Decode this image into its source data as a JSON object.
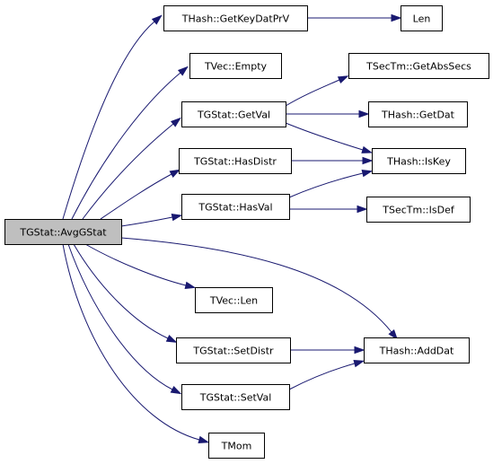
{
  "graph": {
    "root": "avgGStat",
    "nodes": [
      {
        "id": "avgGStat",
        "label": "TGStat::AvgGStat"
      },
      {
        "id": "getKeyDatPrV",
        "label": "THash::GetKeyDatPrV"
      },
      {
        "id": "len",
        "label": "Len"
      },
      {
        "id": "vecEmpty",
        "label": "TVec::Empty"
      },
      {
        "id": "getAbsSecs",
        "label": "TSecTm::GetAbsSecs"
      },
      {
        "id": "getVal",
        "label": "TGStat::GetVal"
      },
      {
        "id": "getDat",
        "label": "THash::GetDat"
      },
      {
        "id": "hasDistr",
        "label": "TGStat::HasDistr"
      },
      {
        "id": "isKey",
        "label": "THash::IsKey"
      },
      {
        "id": "hasVal",
        "label": "TGStat::HasVal"
      },
      {
        "id": "isDef",
        "label": "TSecTm::IsDef"
      },
      {
        "id": "vecLen",
        "label": "TVec::Len"
      },
      {
        "id": "setDistr",
        "label": "TGStat::SetDistr"
      },
      {
        "id": "addDat",
        "label": "THash::AddDat"
      },
      {
        "id": "setVal",
        "label": "TGStat::SetVal"
      },
      {
        "id": "tmom",
        "label": "TMom"
      }
    ],
    "edges": [
      {
        "from": "avgGStat",
        "to": "getKeyDatPrV"
      },
      {
        "from": "avgGStat",
        "to": "vecEmpty"
      },
      {
        "from": "avgGStat",
        "to": "getVal"
      },
      {
        "from": "avgGStat",
        "to": "hasDistr"
      },
      {
        "from": "avgGStat",
        "to": "hasVal"
      },
      {
        "from": "avgGStat",
        "to": "vecLen"
      },
      {
        "from": "avgGStat",
        "to": "setDistr"
      },
      {
        "from": "avgGStat",
        "to": "setVal"
      },
      {
        "from": "avgGStat",
        "to": "tmom"
      },
      {
        "from": "avgGStat",
        "to": "addDat"
      },
      {
        "from": "getKeyDatPrV",
        "to": "len"
      },
      {
        "from": "getVal",
        "to": "getAbsSecs"
      },
      {
        "from": "getVal",
        "to": "getDat"
      },
      {
        "from": "getVal",
        "to": "isKey"
      },
      {
        "from": "hasDistr",
        "to": "isKey"
      },
      {
        "from": "hasVal",
        "to": "isKey"
      },
      {
        "from": "hasVal",
        "to": "isDef"
      },
      {
        "from": "setDistr",
        "to": "addDat"
      },
      {
        "from": "setVal",
        "to": "addDat"
      }
    ],
    "colors": {
      "edge": "#191970",
      "root_fill": "#bfbfbf",
      "node_fill": "#ffffff",
      "border": "#000000"
    }
  }
}
